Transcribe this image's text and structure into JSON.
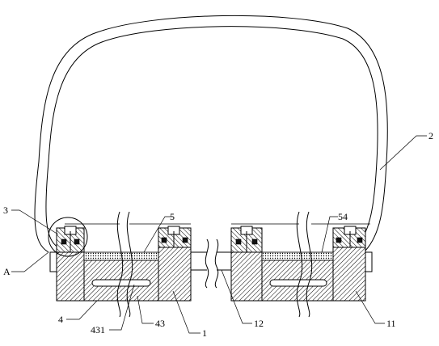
{
  "labels": {
    "l2": "2",
    "l3": "3",
    "lA": "A",
    "l4": "4",
    "l5": "5",
    "l54": "54",
    "l431": "431",
    "l43": "43",
    "l1": "1",
    "l12": "12",
    "l11": "11"
  }
}
